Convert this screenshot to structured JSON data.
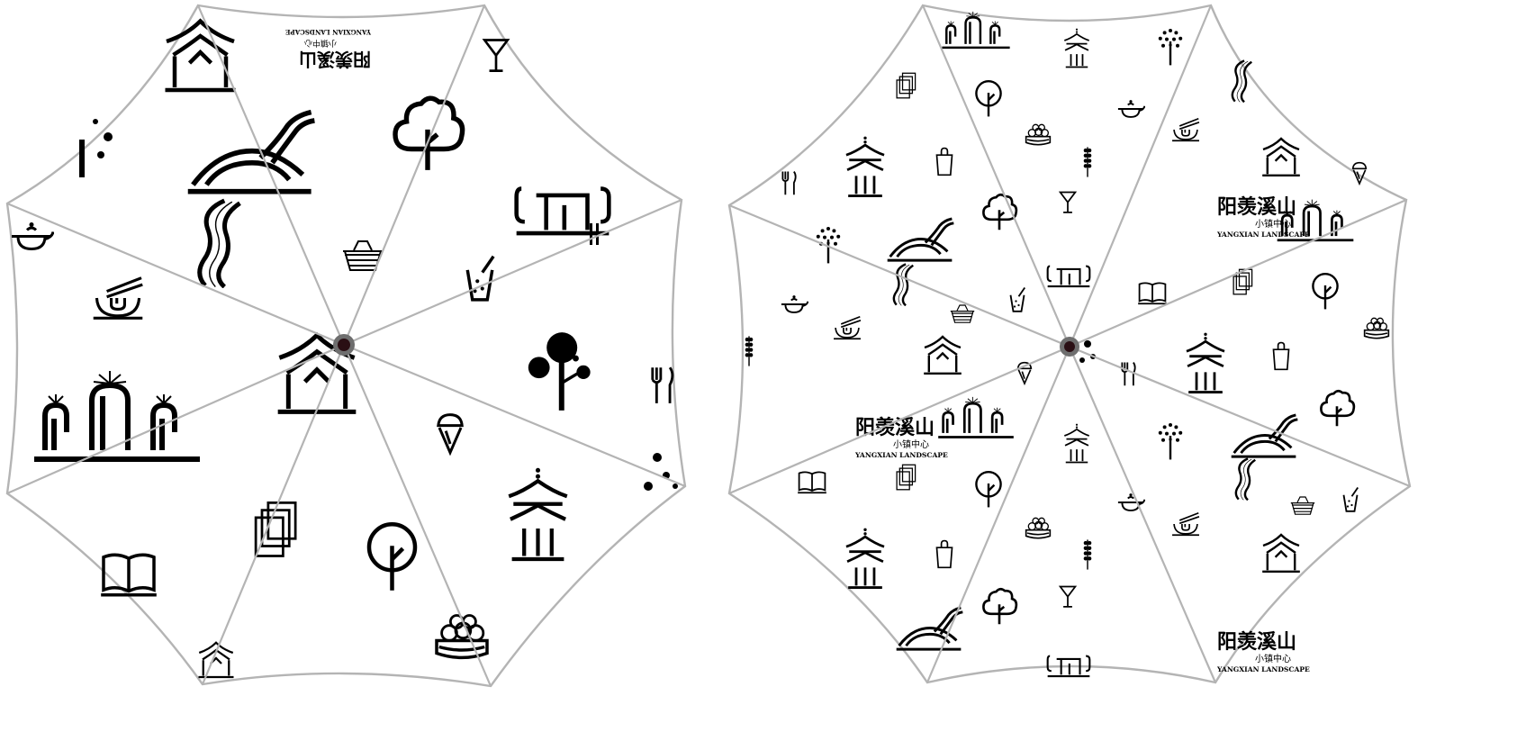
{
  "brand": {
    "name_cn": "阳羡溪山",
    "subtitle_cn": "小镇中心",
    "name_en": "YANGXIAN LANDSCAPE"
  },
  "umbrellas": [
    {
      "id": "large",
      "view": "close-up"
    },
    {
      "id": "small",
      "view": "full"
    }
  ],
  "colors": {
    "canopy": "#ffffff",
    "ink": "#000000",
    "ribs": "#b4b4b4",
    "hub": "#6e6e6e",
    "hub_center": "#2a0f14"
  },
  "icons": [
    "fountain-icon",
    "pagoda-icon",
    "tree-icon",
    "bridge-icon",
    "river-icon",
    "basket-icon",
    "noodle-bowl-icon",
    "cocktail-icon",
    "teapot-icon",
    "dumpling-steamer-icon",
    "book-icon",
    "cards-icon",
    "ice-cream-icon",
    "cutlery-icon",
    "drink-cup-icon",
    "shopping-bag-icon",
    "skewer-icon"
  ]
}
